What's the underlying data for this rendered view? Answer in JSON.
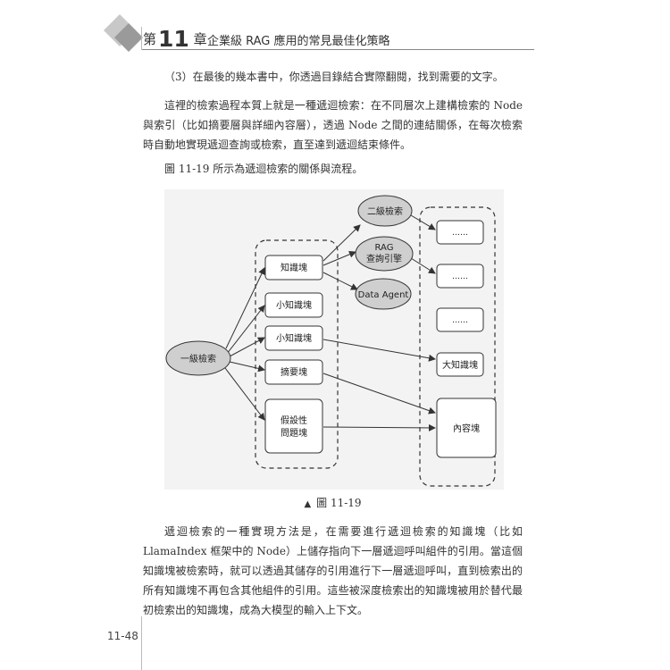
{
  "header": {
    "chapter_prefix": "第",
    "chapter_number": "11",
    "chapter_suffix": "章",
    "chapter_title": "企業級 RAG 應用的常見最佳化策略"
  },
  "body": {
    "item3": "（3）在最後的幾本書中，你透過目錄結合實際翻閱，找到需要的文字。",
    "para1": "這裡的檢索過程本質上就是一種遞迴檢索：在不同層次上建構檢索的 Node 與索引（比如摘要層與詳細內容層），透過 Node 之間的連結關係，在每次檢索時自動地實現遞迴查詢或檢索，直至達到遞迴結束條件。",
    "figure_intro": "圖 11-19 所示為遞迴檢索的關係與流程。",
    "para2": "遞迴檢索的一種實現方法是，在需要進行遞迴檢索的知識塊（比如 LlamaIndex 框架中的 Node）上儲存指向下一層遞迴呼叫組件的引用。當這個知識塊被檢索時，就可以透過其儲存的引用進行下一層遞迴呼叫，直到檢索出的所有知識塊不再包含其他組件的引用。這些被深度檢索出的知識塊被用於替代最初檢索出的知識塊，成為大模型的輸入上下文。"
  },
  "figure": {
    "caption_marker": "▲",
    "caption": "圖 11-19",
    "nodes": {
      "level1": "一級檢索",
      "level2": "二級檢索",
      "rag_line1": "RAG",
      "rag_line2": "查詢引擎",
      "data_agent": "Data Agent",
      "chunk": "知識塊",
      "small_chunk_1": "小知識塊",
      "small_chunk_2": "小知識塊",
      "summary_chunk": "摘要塊",
      "hypo_line1": "假設性",
      "hypo_line2": "問題塊",
      "ellipsis_1": "……",
      "ellipsis_2": "……",
      "ellipsis_3": "……",
      "big_chunk": "大知識塊",
      "content_chunk": "內容塊"
    }
  },
  "footer": {
    "page_number": "11-48"
  }
}
